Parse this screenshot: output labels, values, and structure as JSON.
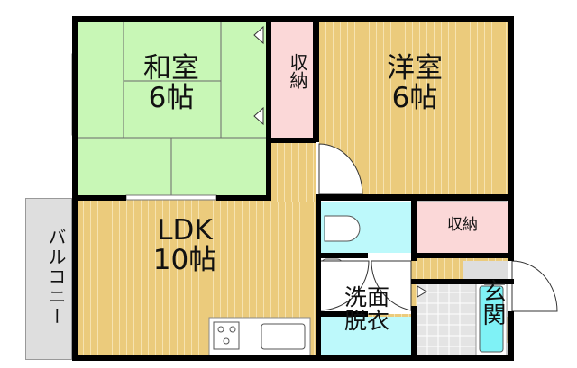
{
  "rooms": {
    "washitsu": {
      "name": "和室",
      "size": "6帖"
    },
    "closet_top": {
      "name": "収納"
    },
    "youshitsu": {
      "name": "洋室",
      "size": "6帖"
    },
    "ldk": {
      "name": "LDK",
      "size": "10帖"
    },
    "balcony": {
      "name": "バルコニー"
    },
    "closet_small": {
      "name": "収納"
    },
    "genkan": {
      "name": "玄関"
    },
    "washroom": {
      "name": "洗面脱衣"
    }
  },
  "colors": {
    "tatami": "#c8f7b6",
    "flooring": "#ebcb7c",
    "storage": "#fbd8d8",
    "wet_area": "#bdf9fb",
    "balcony": "#dedede"
  }
}
